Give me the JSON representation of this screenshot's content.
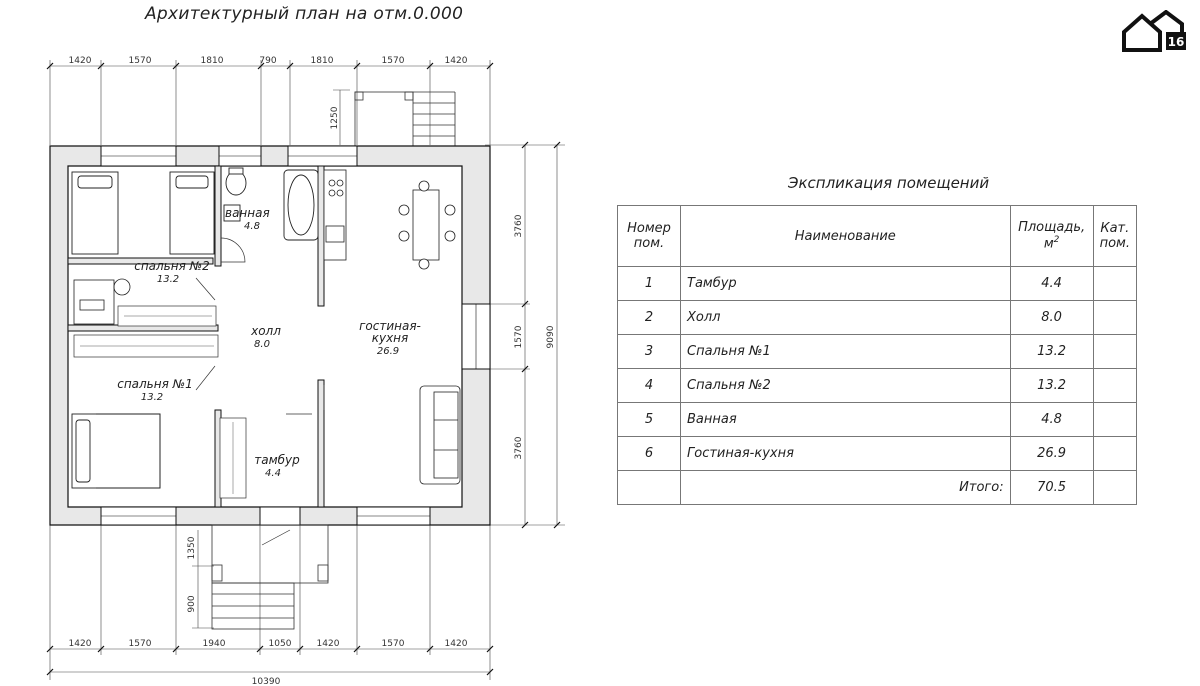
{
  "title": "Архитектурный план на отм.0.000",
  "logo": {
    "icon": "house-icon",
    "number": "16"
  },
  "rooms": [
    {
      "name": "ванная",
      "area": "4.8"
    },
    {
      "name": "спальня №2",
      "area": "13.2"
    },
    {
      "name": "холл",
      "area": "8.0"
    },
    {
      "name": "гостиная-",
      "name2": "кухня",
      "area": "26.9"
    },
    {
      "name": "спальня №1",
      "area": "13.2"
    },
    {
      "name": "тамбур",
      "area": "4.4"
    }
  ],
  "dims": {
    "top": [
      "1420",
      "1570",
      "1810",
      "790",
      "1810",
      "1570",
      "1420"
    ],
    "bottom": [
      "1420",
      "1570",
      "1940",
      "1050",
      "1420",
      "1570",
      "1420"
    ],
    "total_width": "10390",
    "right": [
      "3760",
      "1570",
      "3760"
    ],
    "right_total": "9090",
    "porch_top": "1250",
    "porch_bottom": [
      "1350",
      "900"
    ]
  },
  "explication": {
    "title": "Экспликация помещений",
    "headers": {
      "num": [
        "Номер",
        "пом."
      ],
      "name": "Наименование",
      "area": [
        "Площадь,",
        "м"
      ],
      "area_sup": "2",
      "cat": [
        "Кат.",
        "пом."
      ]
    },
    "rows": [
      {
        "num": "1",
        "name": "Тамбур",
        "area": "4.4"
      },
      {
        "num": "2",
        "name": "Холл",
        "area": "8.0"
      },
      {
        "num": "3",
        "name": "Спальня №1",
        "area": "13.2"
      },
      {
        "num": "4",
        "name": "Спальня №2",
        "area": "13.2"
      },
      {
        "num": "5",
        "name": "Ванная",
        "area": "4.8"
      },
      {
        "num": "6",
        "name": "Гостиная-кухня",
        "area": "26.9"
      }
    ],
    "total_label": "Итого:",
    "total_value": "70.5"
  }
}
